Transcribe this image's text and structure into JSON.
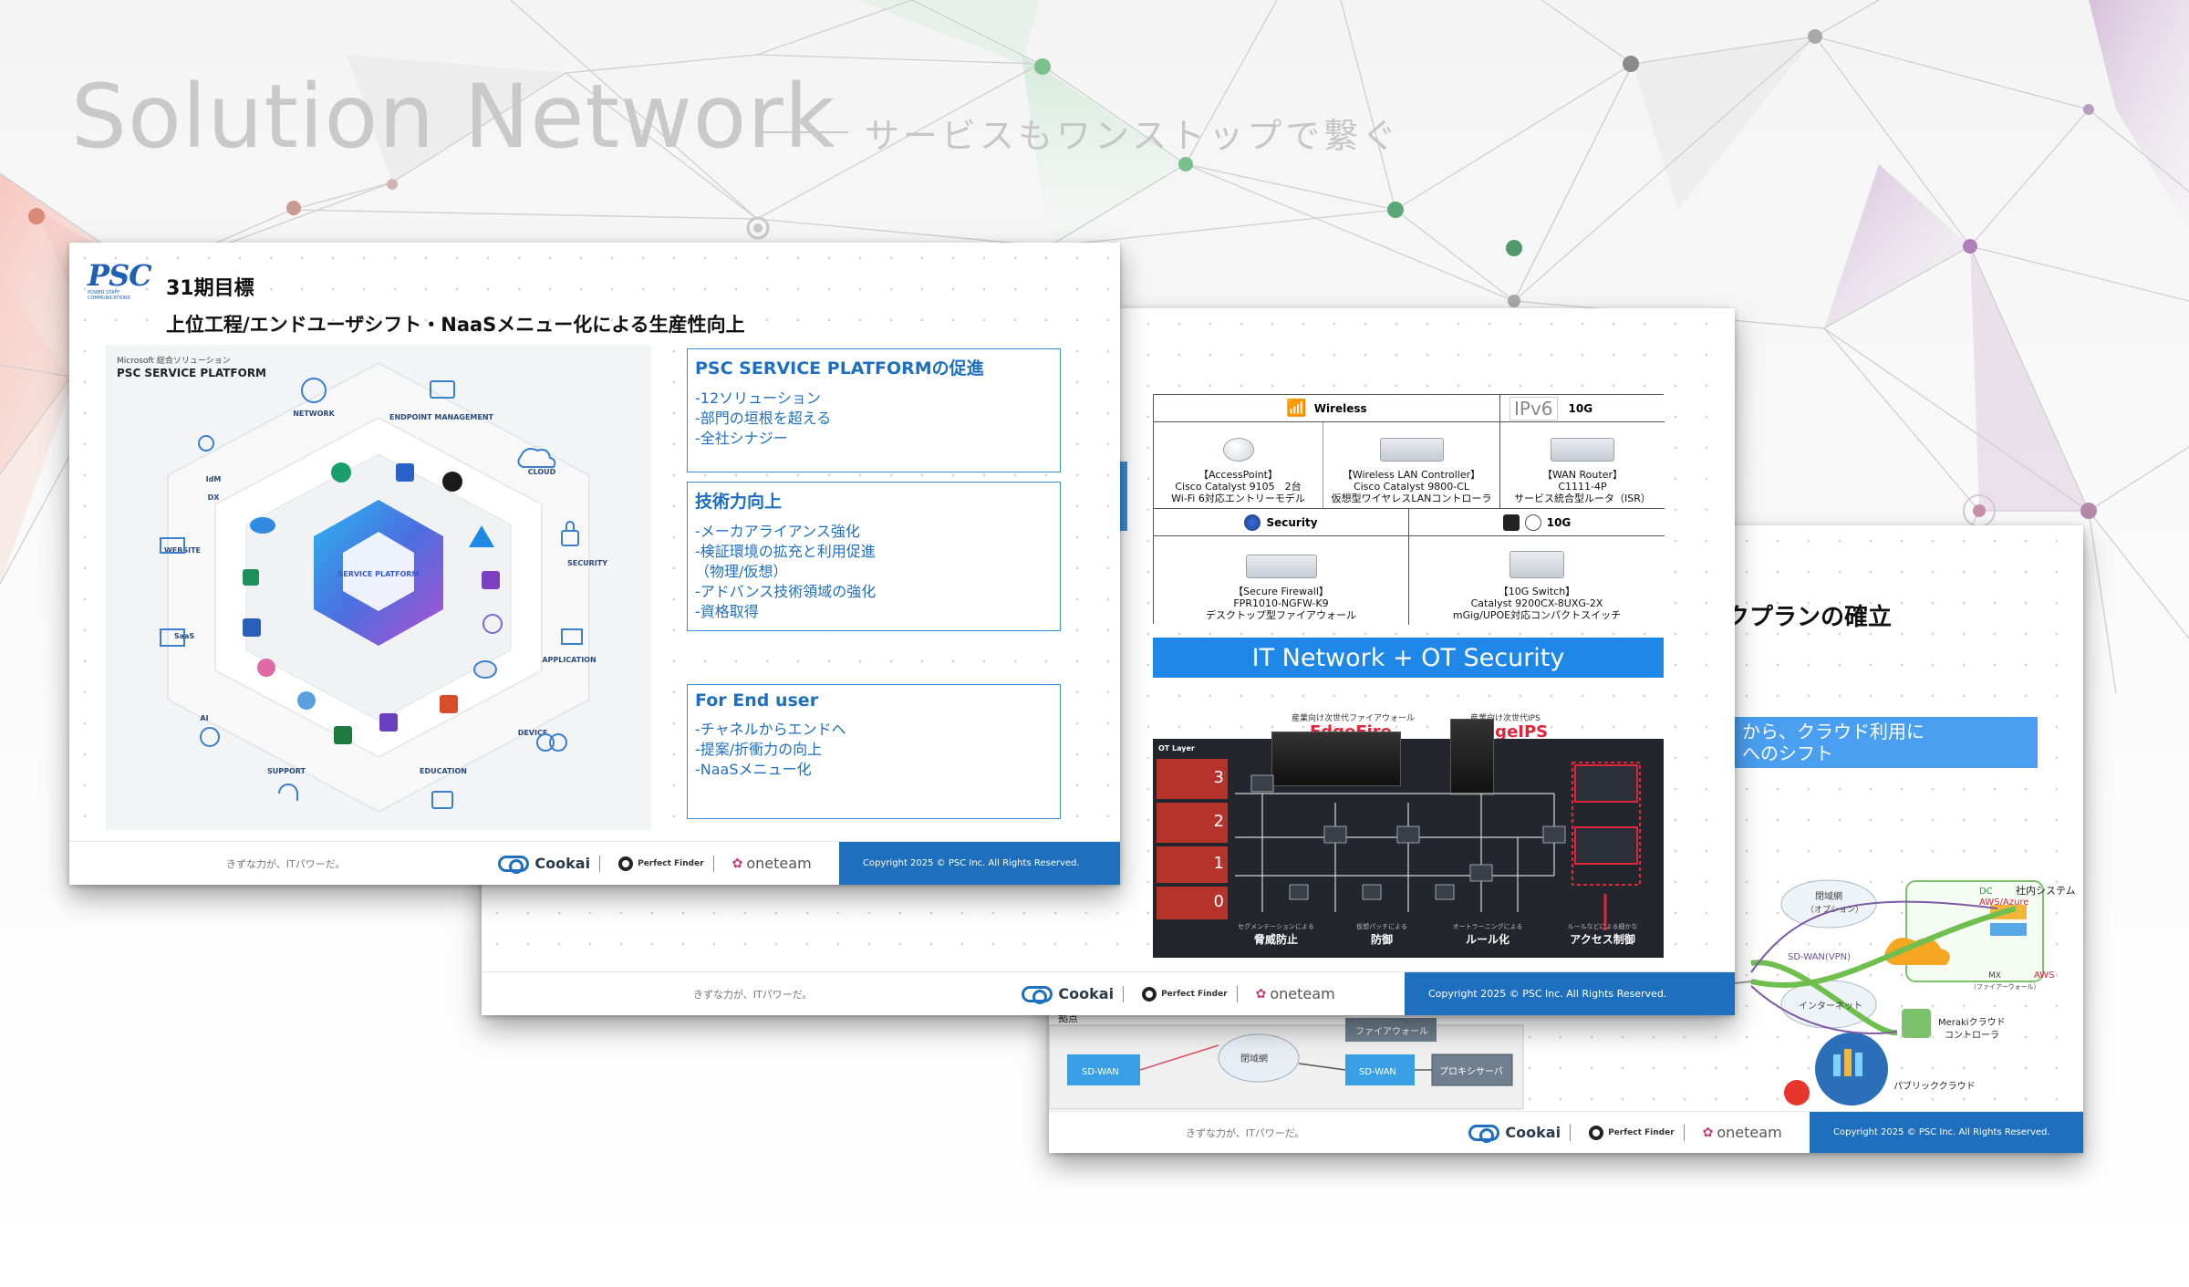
{
  "header": {
    "title": "Solution Network",
    "subtitle": "サービスもワンストップで繋ぐ"
  },
  "footer": {
    "tagline": "きずな力が、ITパワーだ。",
    "brand_cookai": "Cookai",
    "brand_perfect_finder": "Perfect Finder",
    "brand_oneteam": "oneteam",
    "copyright": "Copyright 2025 © PSC Inc. All Rights Reserved."
  },
  "slide1": {
    "logo_text": "PSC",
    "logo_sub": "POWER STAFF COMMUNICATIONS",
    "period": "31期目標",
    "heading": "上位工程/エンドユーザシフト・NaaSメニュー化による生産性向上",
    "platform_label_small": "Microsoft 総合ソリューション",
    "platform_label": "PSC SERVICE PLATFORM",
    "platform_center": "SERVICE PLATFORM",
    "categories": [
      "NETWORK",
      "ENDPOINT MANAGEMENT",
      "CLOUD",
      "SECURITY",
      "APPLICATION",
      "DEVICE",
      "EDUCATION",
      "SUPPORT",
      "AI",
      "SaaS",
      "WEBSITE",
      "DX",
      "IdM"
    ],
    "boxes": [
      {
        "title": "PSC SERVICE PLATFORMの促進",
        "items": [
          "-12ソリューション",
          "-部門の垣根を超える",
          "-全社シナジー"
        ]
      },
      {
        "title": "技術力向上",
        "items": [
          "-メーカアライアンス強化",
          "-検証環境の拡充と利用促進",
          "（物理/仮想）",
          "-アドバンス技術領域の強化",
          "-資格取得"
        ]
      },
      {
        "title": "For End user",
        "items": [
          "-チャネルからエンドへ",
          "-提案/折衝力の向上",
          "-NaaSメニュー化"
        ]
      }
    ]
  },
  "slide2": {
    "wireless_label": "Wireless",
    "ipv6_label": "IPv6",
    "tenG_label": "10G",
    "security_label": "Security",
    "devices": [
      {
        "lines": [
          "【AccessPoint】",
          "Cisco Catalyst 9105　2台",
          "Wi-Fi 6対応エントリーモデル"
        ]
      },
      {
        "lines": [
          "【Wireless LAN Controller】",
          "Cisco Catalyst 9800-CL",
          "仮想型ワイヤレスLANコントローラ"
        ]
      },
      {
        "lines": [
          "【WAN Router】",
          "C1111-4P",
          "サービス統合型ルータ（ISR）"
        ]
      },
      {
        "lines": [
          "【Secure Firewall】",
          "FPR1010-NGFW-K9",
          "デスクトップ型ファイアウォール"
        ]
      },
      {
        "lines": [
          "【10G Switch】",
          "Catalyst 9200CX-8UXG-2X",
          "mGig/UPOE対応コンパクトスイッチ"
        ]
      }
    ],
    "banner": "IT Network + OT Security",
    "edgefire_caption": "産業向け次世代ファイアウォール",
    "edgefire": "EdgeFire",
    "edgeips_caption": "産業向け次世代IPS",
    "edgeips": "EdgeIPS",
    "ot_layer_label": "OT Layer",
    "ot_levels": [
      "3",
      "2",
      "1",
      "0"
    ],
    "ot_captions": [
      {
        "small": "セグメンテーションによる",
        "main": "脅威防止"
      },
      {
        "small": "仮想パッチによる",
        "main": "防御"
      },
      {
        "small": "オートラーニングによる",
        "main": "ルール化"
      },
      {
        "small": "ルールなどによる細かな",
        "main": "アクセス制御"
      }
    ]
  },
  "slide3": {
    "title_fragment": "クプランの確立",
    "banner_lines": [
      "から、クラウド利用に",
      "へのシフト"
    ],
    "nodes": {
      "closed_net": "閉域網",
      "closed_net_opt": "（オプション）",
      "dc": "DC",
      "aws_azure": "AWS/Azure",
      "internal_system": "社内システム",
      "sdwan_vpn": "SD-WAN(VPN)",
      "internet": "インターネット",
      "mx": "MX",
      "mx_sub": "（ファイアーウォール）",
      "aws": "AWS",
      "meraki": "Merakiクラウド",
      "meraki_sub": "コントローラ",
      "public_cloud": "パブリッククラウド",
      "site": "拠点",
      "sdwan": "SD-WAN",
      "closed_net2": "閉域網",
      "sdwan2": "SD-WAN",
      "proxy": "プロキシサーバ",
      "fw": "ファイアウォール"
    }
  }
}
